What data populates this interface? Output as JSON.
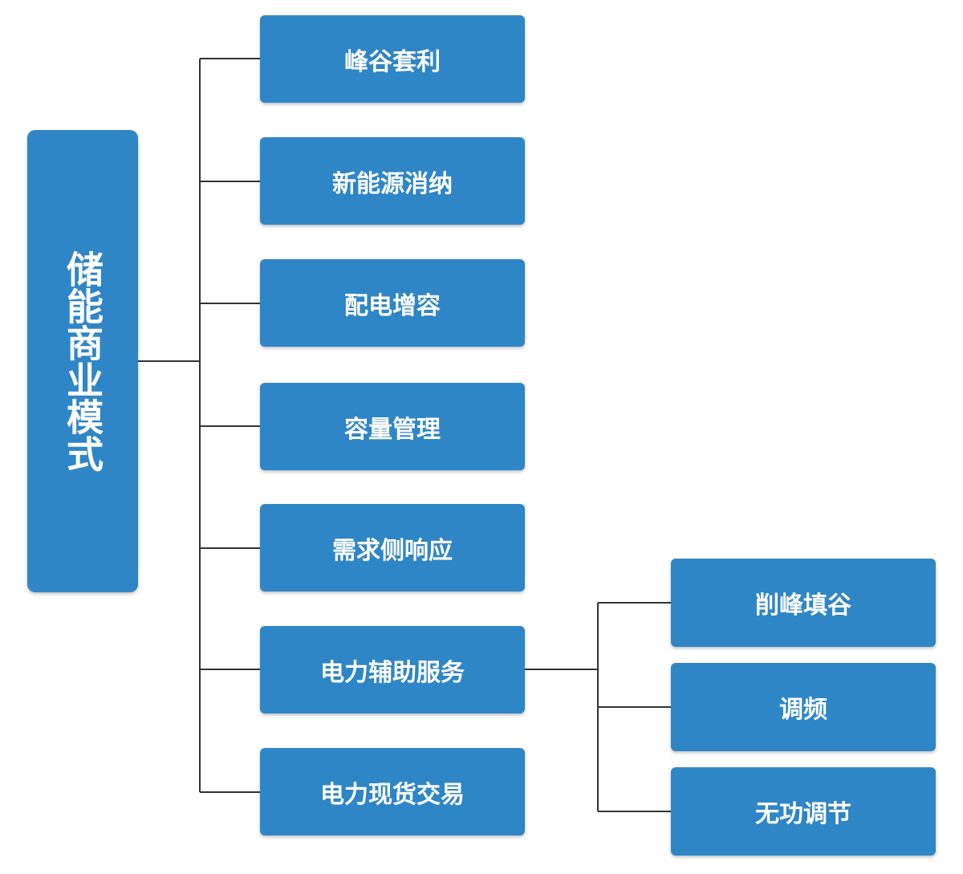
{
  "colors": {
    "box_fill": "#2f86c6",
    "text": "#ffffff",
    "connector": "#333333",
    "background": "#ffffff"
  },
  "root": {
    "label": "储能商业模式"
  },
  "modes": [
    {
      "label": "峰谷套利"
    },
    {
      "label": "新能源消纳"
    },
    {
      "label": "配电增容"
    },
    {
      "label": "容量管理"
    },
    {
      "label": "需求侧响应"
    },
    {
      "label": "电力辅助服务"
    },
    {
      "label": "电力现货交易"
    }
  ],
  "ancillary_services": [
    {
      "label": "削峰填谷"
    },
    {
      "label": "调频"
    },
    {
      "label": "无功调节"
    }
  ]
}
